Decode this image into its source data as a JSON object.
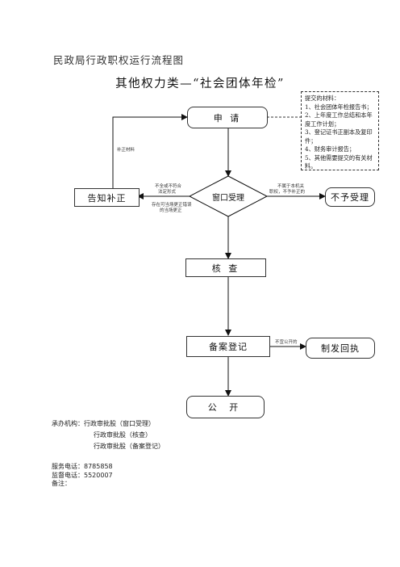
{
  "header": {
    "agency_title": "民政局行政职权运行流程图"
  },
  "diagram": {
    "title": "其他权力类—“社会团体年检”",
    "nodes": {
      "apply": "申 请",
      "window": "窗口受理",
      "notify": "告知补正",
      "reject": "不予受理",
      "verify": "核 查",
      "record": "备案登记",
      "issue": "制发回执",
      "publish": "公 开"
    },
    "materials": {
      "title": "提交的材料：",
      "items": [
        "1、社会团体年检报告书；",
        "2、上年度工作总结和本年度工作计划；",
        "3、登记证书正副本及复印件；",
        "4、财务审计报告；",
        "5、其他需要提交的有关材料。"
      ]
    },
    "edge_labels": {
      "supplement": "补正材料",
      "incomplete_line1": "不全或不符合",
      "incomplete_line2": "法定形式",
      "not_authority_line1": "不属于本机关",
      "not_authority_line2": "职权，不予补正的",
      "correctable_line1": "存在可当场更正错误",
      "correctable_line2": "的当场更正",
      "not_public": "不宜公开的"
    }
  },
  "info": {
    "dept_label": "承办机构：",
    "depts": [
      "行政审批股（窗口受理）",
      "行政审批股（核查）",
      "行政审批股（备案登记）"
    ],
    "service_phone": "服务电话：8785858",
    "supervise_phone": "监督电话：5520007",
    "remarks": "备注："
  }
}
